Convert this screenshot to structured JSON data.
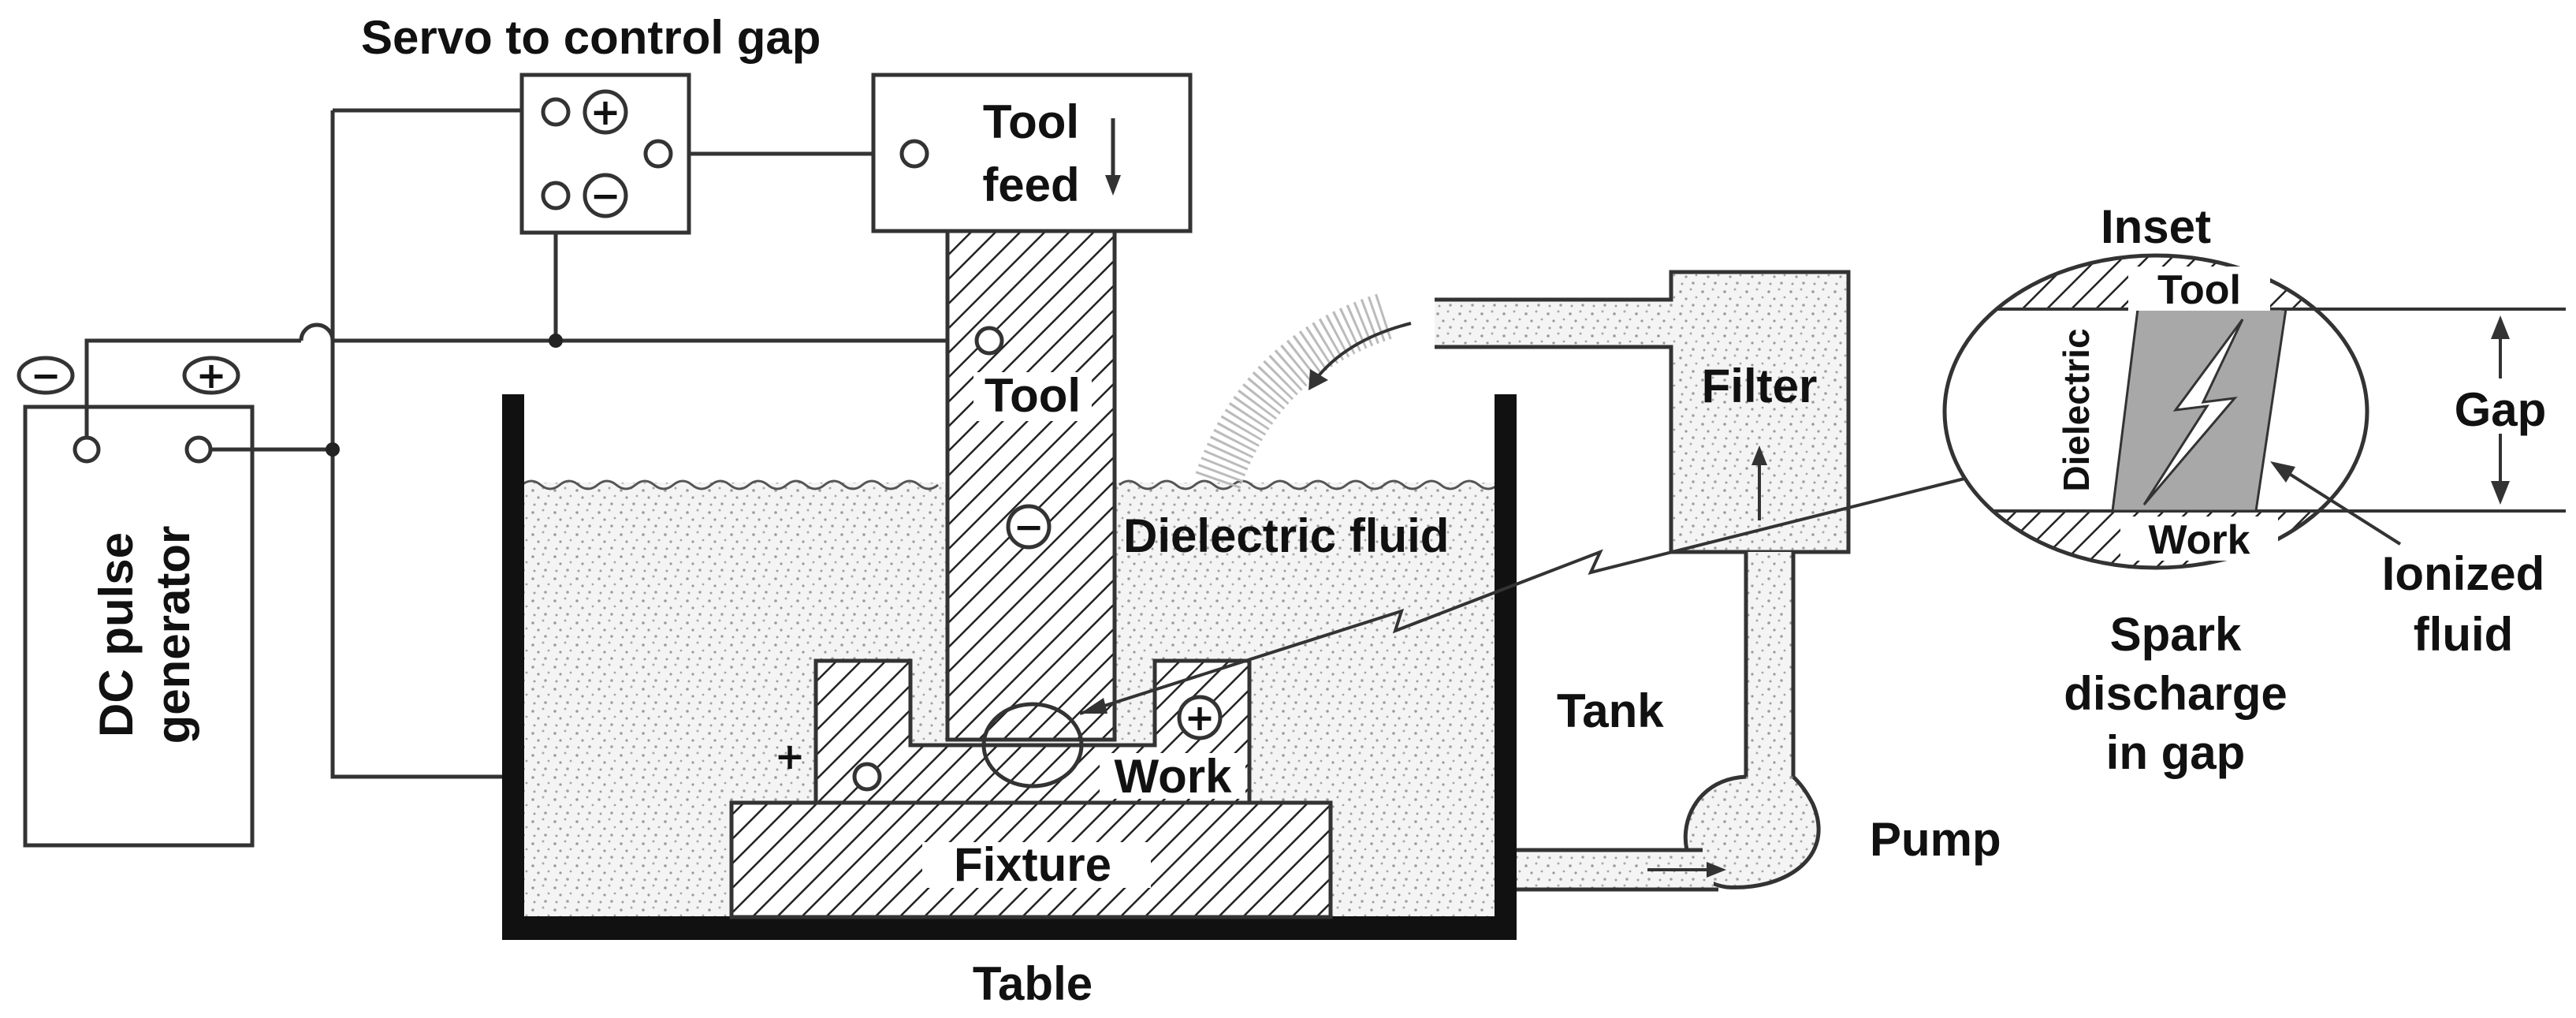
{
  "labels": {
    "servo": "Servo to control gap",
    "tool_feed_1": "Tool",
    "tool_feed_2": "feed",
    "tool": "Tool",
    "dielectric_fluid": "Dielectric fluid",
    "filter": "Filter",
    "tank": "Tank",
    "work": "Work",
    "fixture": "Fixture",
    "table": "Table",
    "pump": "Pump",
    "dc_1": "DC pulse",
    "dc_2": "generator",
    "inset": "Inset",
    "inset_tool": "Tool",
    "inset_work": "Work",
    "inset_dielectric": "Dielectric",
    "gap": "Gap",
    "ionized_1": "Ionized",
    "ionized_2": "fluid",
    "spark_1": "Spark",
    "spark_2": "discharge",
    "spark_3": "in gap"
  },
  "symbols": {
    "plus": "+",
    "minus": "−"
  }
}
